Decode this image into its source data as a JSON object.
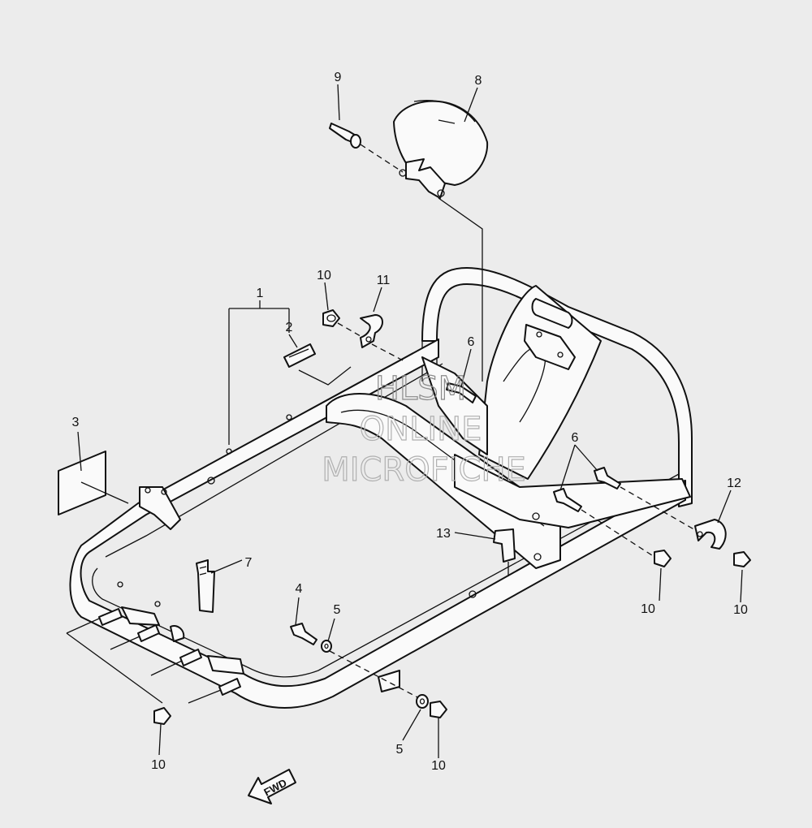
{
  "callouts": {
    "c1": "1",
    "c2": "2",
    "c3": "3",
    "c4": "4",
    "c5a": "5",
    "c5b": "5",
    "c6a": "6",
    "c6b": "6",
    "c7": "7",
    "c8": "8",
    "c9": "9",
    "c10a": "10",
    "c10b": "10",
    "c10c": "10",
    "c10d": "10",
    "c10e": "10",
    "c11": "11",
    "c12": "12",
    "c13": "13"
  },
  "watermark": {
    "line1": "HLSM",
    "line2": "ONLINE",
    "line3": "MICROFICHE"
  },
  "direction_arrow": {
    "label": "FWD",
    "icon": "fwd-arrow-icon"
  },
  "colors": {
    "background": "#ececec",
    "line": "#111111",
    "watermark": "#9a9a9a"
  }
}
